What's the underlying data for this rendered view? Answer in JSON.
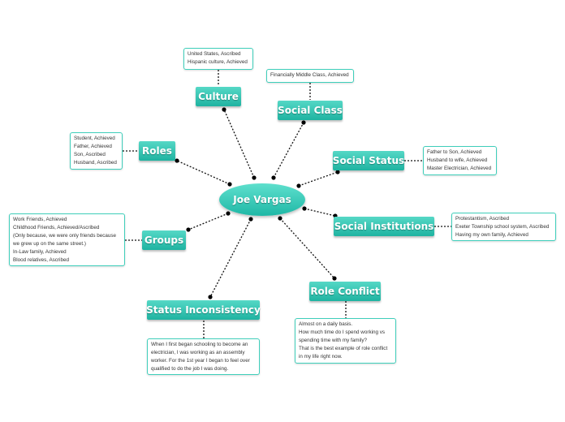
{
  "center": {
    "label": "Joe Vargas"
  },
  "topics": {
    "culture": {
      "label": "Culture",
      "notes": [
        "United States, Ascribed",
        "Hispanic culture, Achieved"
      ]
    },
    "social_class": {
      "label": "Social Class",
      "notes": [
        "Financially Middle Class, Achieved"
      ]
    },
    "roles": {
      "label": "Roles",
      "notes": [
        "Student, Achieved",
        "Father, Achieved",
        "Son, Ascribed",
        "Husband, Ascribed"
      ]
    },
    "social_status": {
      "label": "Social Status",
      "notes": [
        "Father to Son, Achieved",
        "Husband to wife, Achieved",
        "Master Electrician, Achieved"
      ]
    },
    "groups": {
      "label": "Groups",
      "notes": [
        "Work Friends, Achieved",
        "Childhood Friends, Achieved/Ascribed",
        "(Only because, we were only friends because we grew up on the same street.)",
        "In-Law family, Achieved",
        "Blood relatives, Ascribed"
      ]
    },
    "social_institutions": {
      "label": "Social Institutions",
      "notes": [
        "Protestantism, Ascribed",
        "Exeter Township school system, Ascribed",
        "Having my own family, Achieved"
      ]
    },
    "role_conflict": {
      "label": "Role Conflict",
      "notes": [
        "Almost on a daily basis.",
        "How much time do I spend working vs spending time with my family?",
        "That is the best example of role conflict in my life right now."
      ]
    },
    "status_inconsistency": {
      "label": "Status Inconsistency",
      "notes": [
        "When I first began schooling to become an electrician, I was working as an assembly worker. For the 1st year I began to feel over qualified to do the job I was doing."
      ]
    }
  }
}
